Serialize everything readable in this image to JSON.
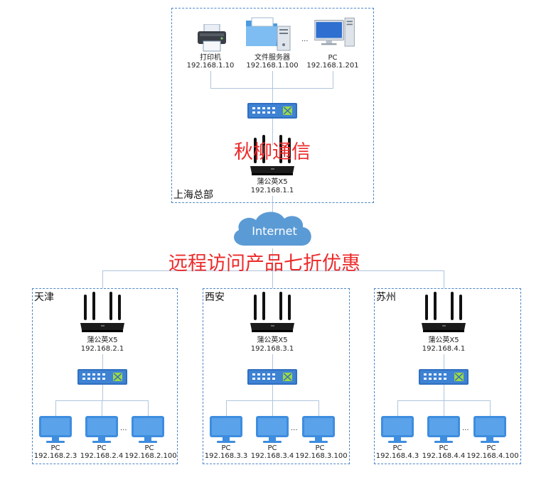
{
  "watermark": {
    "top": "秋柳通信",
    "middle": "远程访问产品七折优惠"
  },
  "hq": {
    "label": "上海总部",
    "devices": [
      {
        "name": "打印机",
        "ip": "192.168.1.10"
      },
      {
        "name": "文件服务器",
        "ip": "192.168.1.100"
      },
      {
        "name": "PC",
        "ip": "192.168.1.201"
      }
    ],
    "ellipsis": "...",
    "router": {
      "name": "蒲公英X5",
      "ip": "192.168.1.1"
    }
  },
  "internet": "Internet",
  "branches": [
    {
      "label": "天津",
      "router": {
        "name": "蒲公英X5",
        "ip": "192.168.2.1"
      },
      "pcs": [
        {
          "name": "PC",
          "ip": "192.168.2.3"
        },
        {
          "name": "PC",
          "ip": "192.168.2.4"
        },
        {
          "name": "PC",
          "ip": "192.168.2.100"
        }
      ],
      "ellipsis": "..."
    },
    {
      "label": "西安",
      "router": {
        "name": "蒲公英X5",
        "ip": "192.168.3.1"
      },
      "pcs": [
        {
          "name": "PC",
          "ip": "192.168.3.3"
        },
        {
          "name": "PC",
          "ip": "192.168.3.4"
        },
        {
          "name": "PC",
          "ip": "192.168.3.100"
        }
      ],
      "ellipsis": "..."
    },
    {
      "label": "苏州",
      "router": {
        "name": "蒲公英X5",
        "ip": "192.168.4.1"
      },
      "pcs": [
        {
          "name": "PC",
          "ip": "192.168.4.3"
        },
        {
          "name": "PC",
          "ip": "192.168.4.4"
        },
        {
          "name": "PC",
          "ip": "192.168.4.100"
        }
      ],
      "ellipsis": "..."
    }
  ],
  "colors": {
    "accent": "#4f86c6",
    "watermark": "#ec2a2a",
    "cloud": "#5b9bd5",
    "line": "#aec6de"
  }
}
